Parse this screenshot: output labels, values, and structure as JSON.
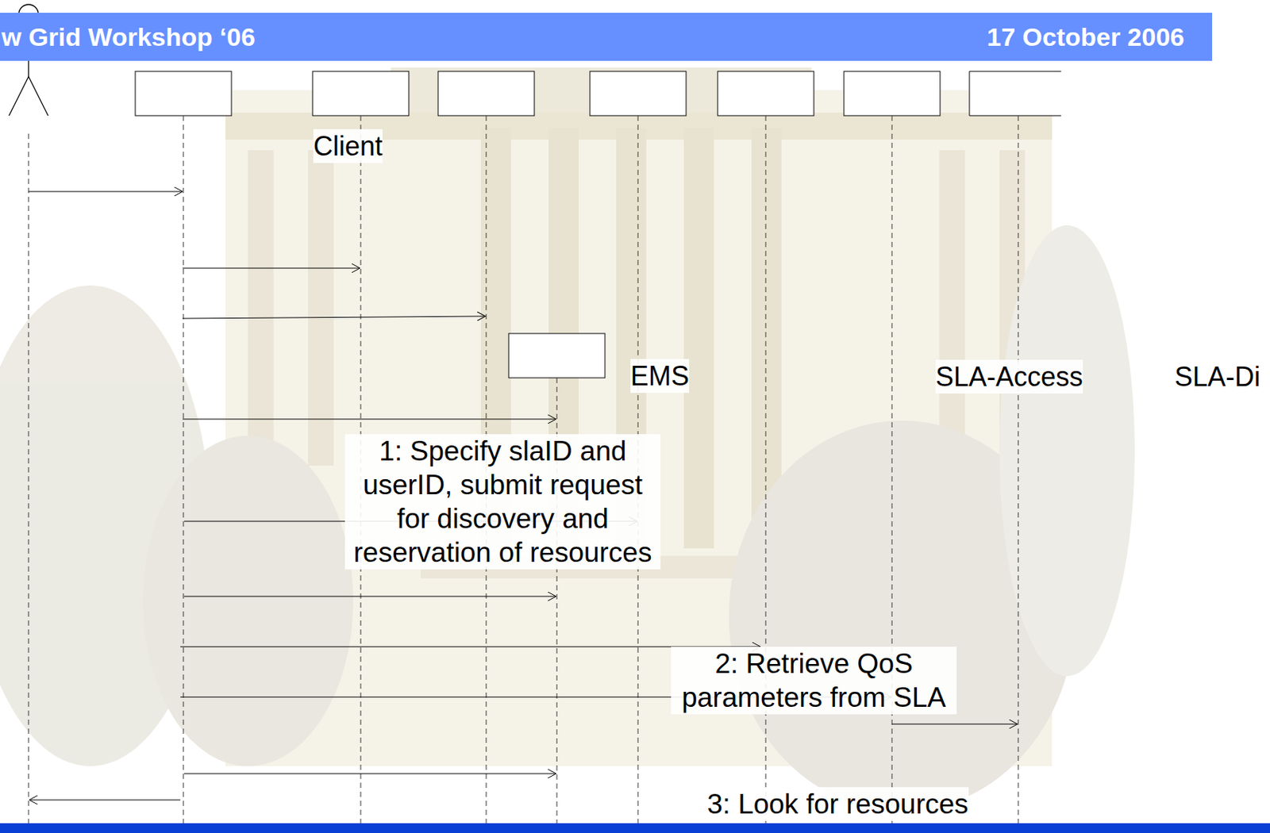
{
  "diagram": {
    "nodes": [
      {
        "text": [
          "w Grid Workshop ‘06",
          "17 October 2006"
        ]
      }
    ],
    "labels": [
      "Client",
      "EMS",
      "SLA-Access",
      "SLA-Di",
      "1: Specify slaID and userID, submit request for discovery and reservation of resources",
      "2: Retrieve  QoS parameters from SLA",
      "3: Look for resources"
    ]
  }
}
